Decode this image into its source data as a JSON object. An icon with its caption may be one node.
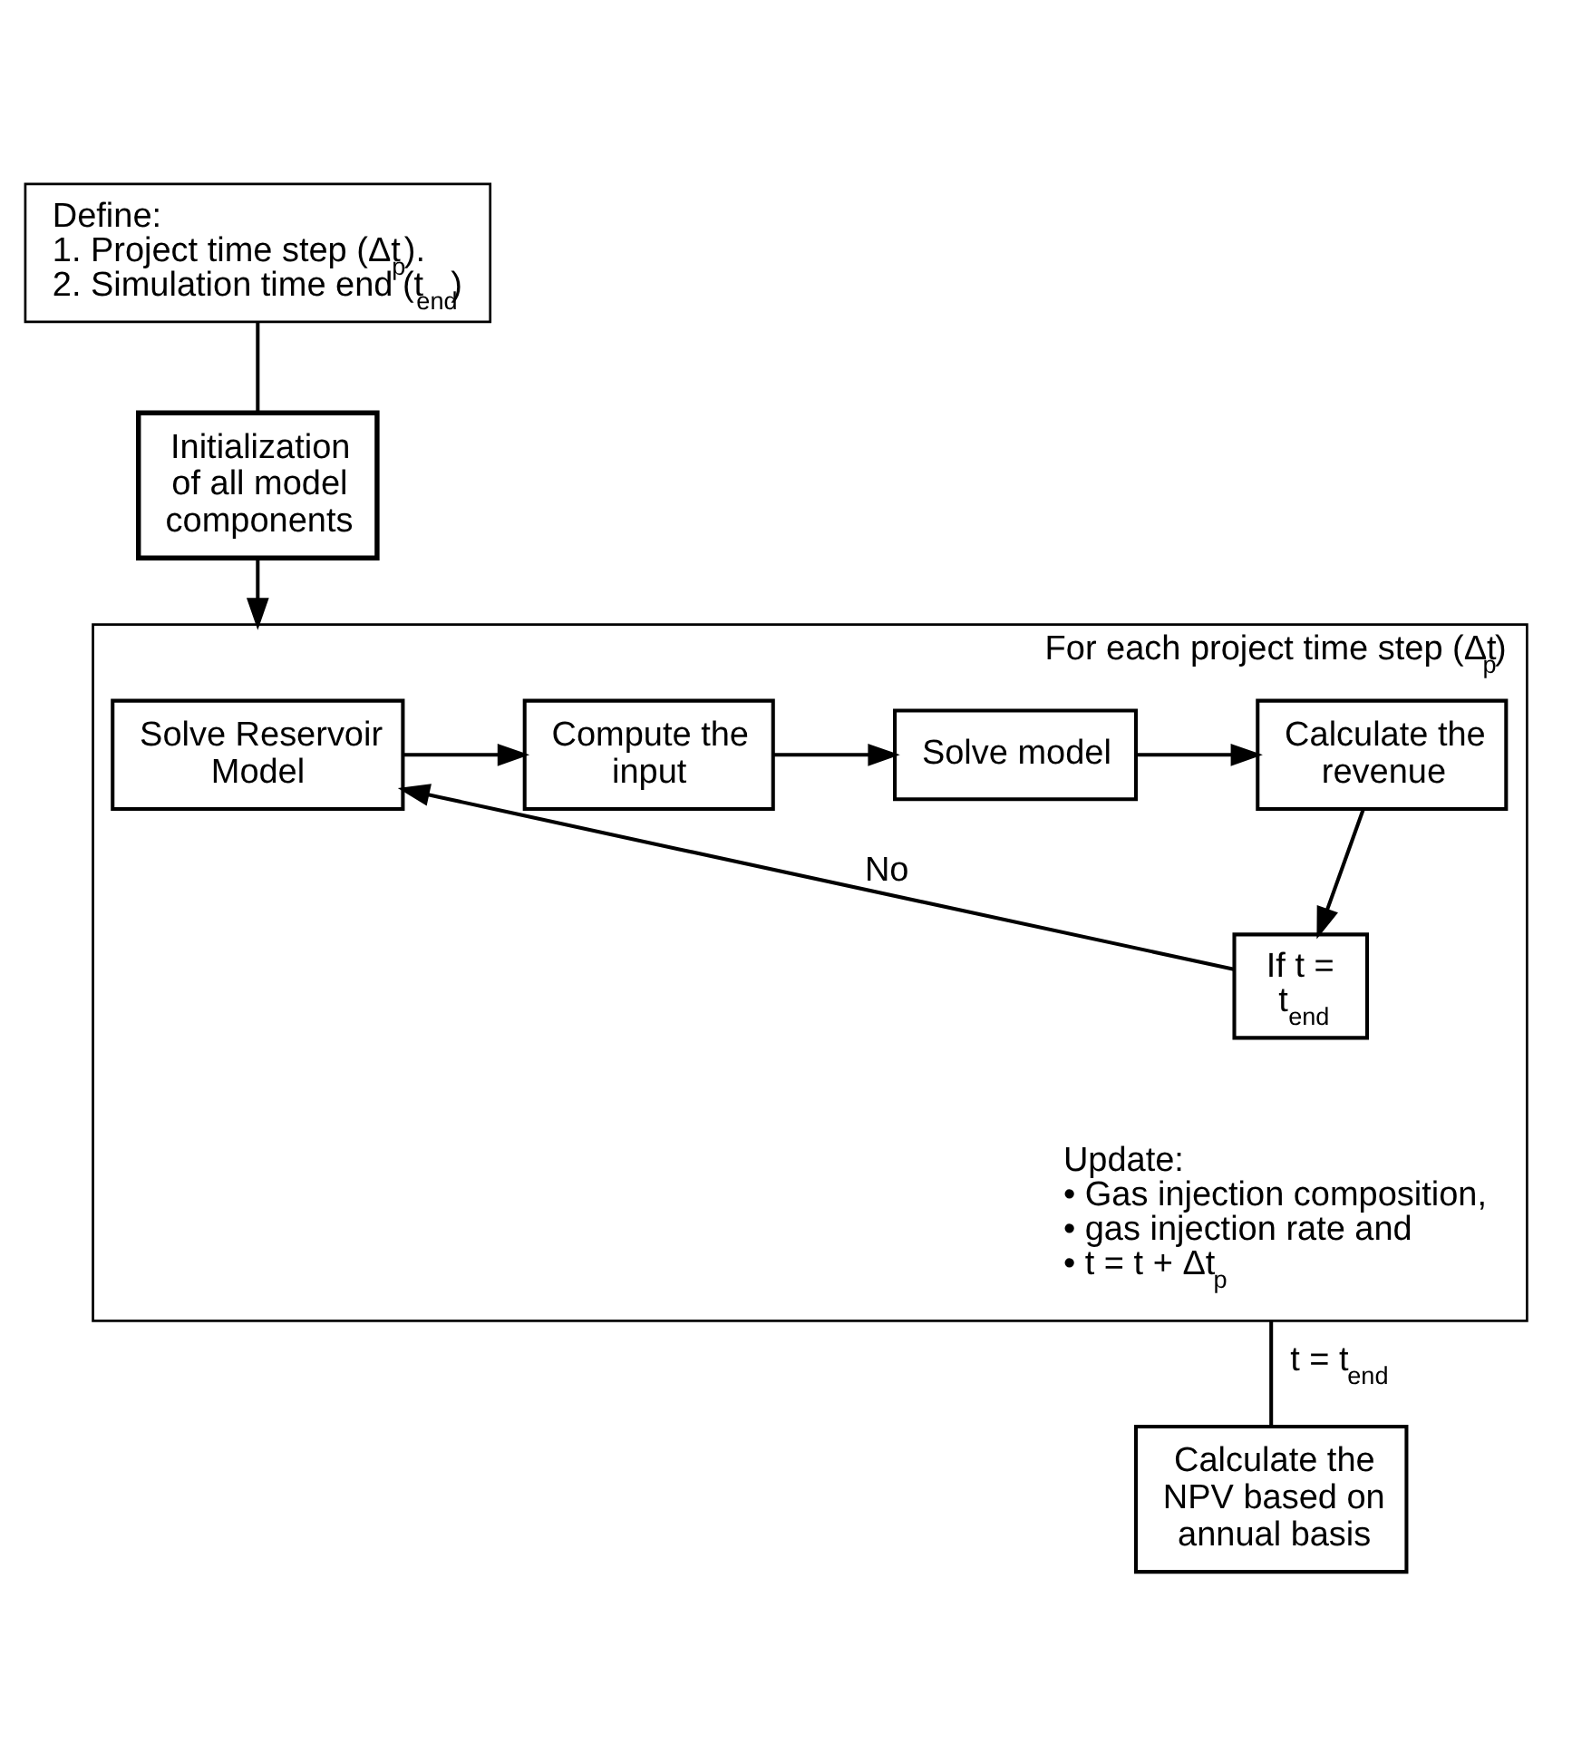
{
  "diagram": {
    "nodes": [
      {
        "text": [
          "Define:",
          "1. Project time step (Δt$_{p}$).",
          "2. Simulation time end (t$_{end}$)"
        ]
      },
      {
        "text": [
          "Initialization of all model components"
        ]
      },
      {
        "text": [
          "For each project time step (Δt$_{p}$)"
        ]
      },
      {
        "text": [
          "Solve Reservoir Model"
        ],
        "in": 2
      },
      {
        "text": [
          "Compute the input"
        ],
        "in": 2
      },
      {
        "text": [
          "Solve model"
        ],
        "in": 2
      },
      {
        "text": [
          "Calculate the revenue"
        ],
        "in": 2
      },
      {
        "text": [
          "If t = t$_{end}$"
        ],
        "in": 2
      },
      {
        "text": [
          "Calculate the NPV based on annual basis"
        ]
      }
    ],
    "edges": [
      {
        "from": 0,
        "to": 1,
        "arrow": "none"
      },
      {
        "from": 1,
        "to": 2,
        "arrow": "to"
      },
      {
        "from": 3,
        "to": 4,
        "arrow": "to"
      },
      {
        "from": 4,
        "to": 5,
        "arrow": "to"
      },
      {
        "from": 5,
        "to": 6,
        "arrow": "to"
      },
      {
        "from": 6,
        "to": 7,
        "arrow": "to"
      },
      {
        "from": 7,
        "to": 3,
        "arrow": "to",
        "label": "No"
      },
      {
        "from": 2,
        "to": 8,
        "arrow": "none",
        "label": "t = t$_{end}$"
      }
    ],
    "labels": [
      "Update:",
      "• Gas injection composition,",
      "• gas injection rate and",
      "• t = t + Δt$_{p}$"
    ]
  }
}
